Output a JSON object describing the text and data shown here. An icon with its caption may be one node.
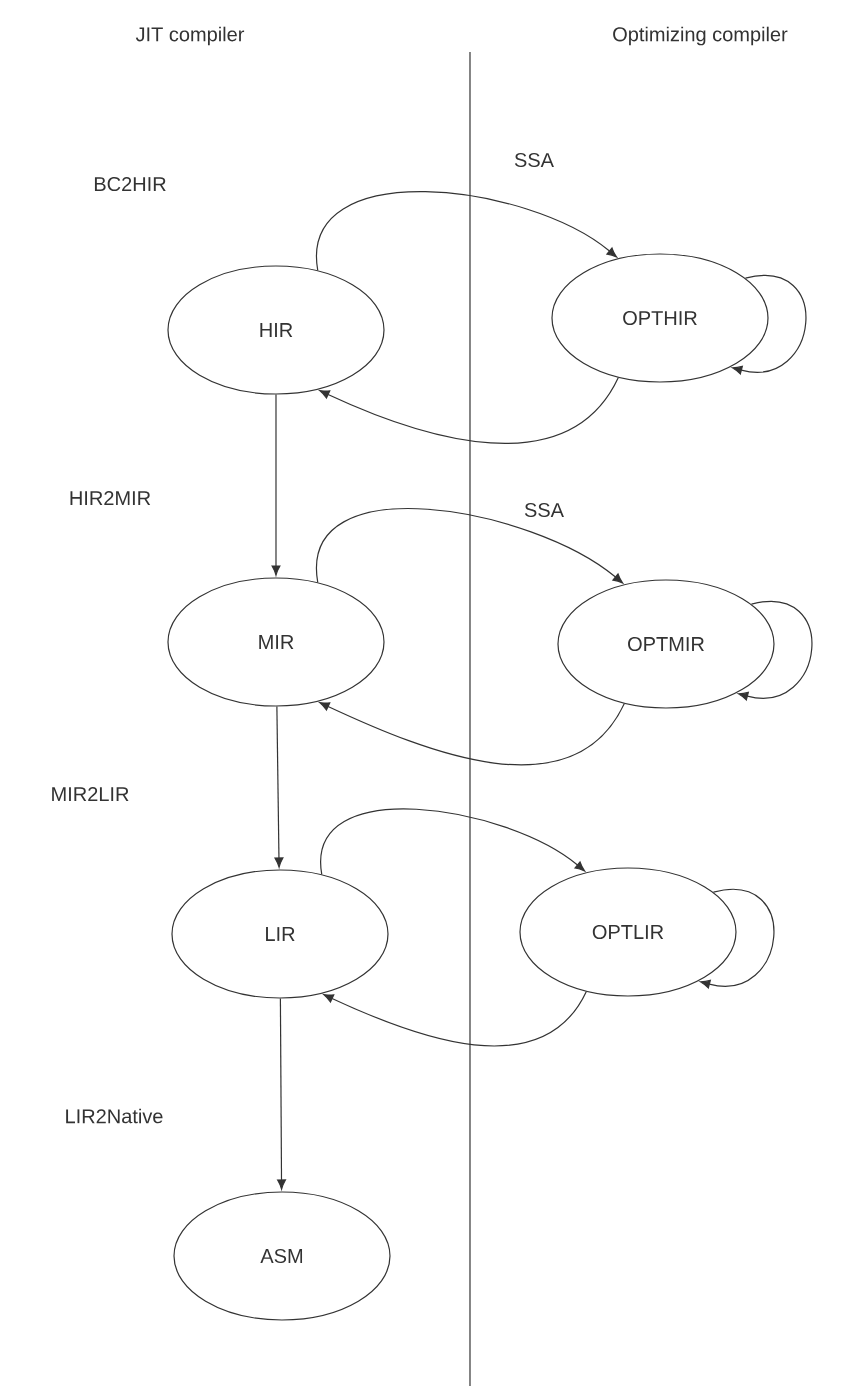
{
  "diagram": {
    "nodes": [
      {
        "text": [
          "HIR"
        ]
      },
      {
        "text": [
          "OPTHIR"
        ]
      },
      {
        "text": [
          "MIR"
        ]
      },
      {
        "text": [
          "OPTMIR"
        ]
      },
      {
        "text": [
          "LIR"
        ]
      },
      {
        "text": [
          "OPTLIR"
        ]
      },
      {
        "text": [
          "ASM"
        ]
      }
    ],
    "edges": [
      {
        "from": 0,
        "to": 1,
        "arrow": "to",
        "label": "SSA"
      },
      {
        "from": 1,
        "to": 0,
        "arrow": "to"
      },
      {
        "from": 1,
        "to": 1,
        "arrow": "to"
      },
      {
        "from": 0,
        "to": 2,
        "arrow": "to"
      },
      {
        "from": 2,
        "to": 3,
        "arrow": "to",
        "label": "SSA"
      },
      {
        "from": 3,
        "to": 2,
        "arrow": "to"
      },
      {
        "from": 3,
        "to": 3,
        "arrow": "to"
      },
      {
        "from": 2,
        "to": 4,
        "arrow": "to"
      },
      {
        "from": 4,
        "to": 5,
        "arrow": "to"
      },
      {
        "from": 5,
        "to": 4,
        "arrow": "to"
      },
      {
        "from": 5,
        "to": 5,
        "arrow": "to"
      },
      {
        "from": 4,
        "to": 6,
        "arrow": "to"
      }
    ],
    "labels": [
      "JIT compiler",
      "Optimizing compiler",
      "BC2HIR",
      "HIR2MIR",
      "MIR2LIR",
      "LIR2Native"
    ]
  }
}
